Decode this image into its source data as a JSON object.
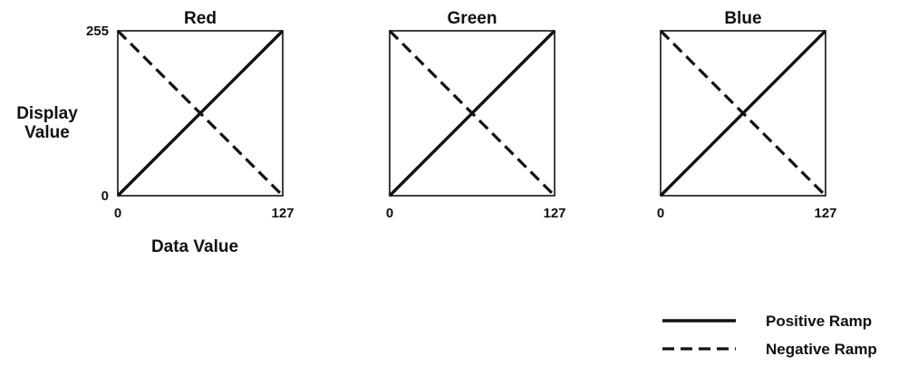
{
  "figure": {
    "ylabel_lines": [
      "Display",
      "Value"
    ],
    "xlabel": "Data Value"
  },
  "chart_data": [
    {
      "type": "line",
      "title": "Red",
      "x_ticks": [
        "0",
        "127"
      ],
      "y_ticks": [
        "0",
        "255"
      ],
      "xlim": [
        0,
        127
      ],
      "ylim": [
        0,
        255
      ],
      "grid": false,
      "series": [
        {
          "name": "Positive Ramp",
          "style": "solid",
          "x": [
            0,
            127
          ],
          "y": [
            0,
            255
          ]
        },
        {
          "name": "Negative Ramp",
          "style": "dashed",
          "x": [
            0,
            127
          ],
          "y": [
            255,
            0
          ]
        }
      ]
    },
    {
      "type": "line",
      "title": "Green",
      "x_ticks": [
        "0",
        "127"
      ],
      "y_ticks": [],
      "xlim": [
        0,
        127
      ],
      "ylim": [
        0,
        255
      ],
      "grid": false,
      "series": [
        {
          "name": "Positive Ramp",
          "style": "solid",
          "x": [
            0,
            127
          ],
          "y": [
            0,
            255
          ]
        },
        {
          "name": "Negative Ramp",
          "style": "dashed",
          "x": [
            0,
            127
          ],
          "y": [
            255,
            0
          ]
        }
      ]
    },
    {
      "type": "line",
      "title": "Blue",
      "x_ticks": [
        "0",
        "127"
      ],
      "y_ticks": [],
      "xlim": [
        0,
        127
      ],
      "ylim": [
        0,
        255
      ],
      "grid": false,
      "series": [
        {
          "name": "Positive Ramp",
          "style": "solid",
          "x": [
            0,
            127
          ],
          "y": [
            0,
            255
          ]
        },
        {
          "name": "Negative Ramp",
          "style": "dashed",
          "x": [
            0,
            127
          ],
          "y": [
            255,
            0
          ]
        }
      ]
    }
  ],
  "legend": {
    "placement": "bottom-right",
    "entries": [
      {
        "label": "Positive Ramp",
        "style": "solid"
      },
      {
        "label": "Negative Ramp",
        "style": "dashed"
      }
    ]
  },
  "colors": {
    "ink": "#111111",
    "background": "#ffffff"
  }
}
